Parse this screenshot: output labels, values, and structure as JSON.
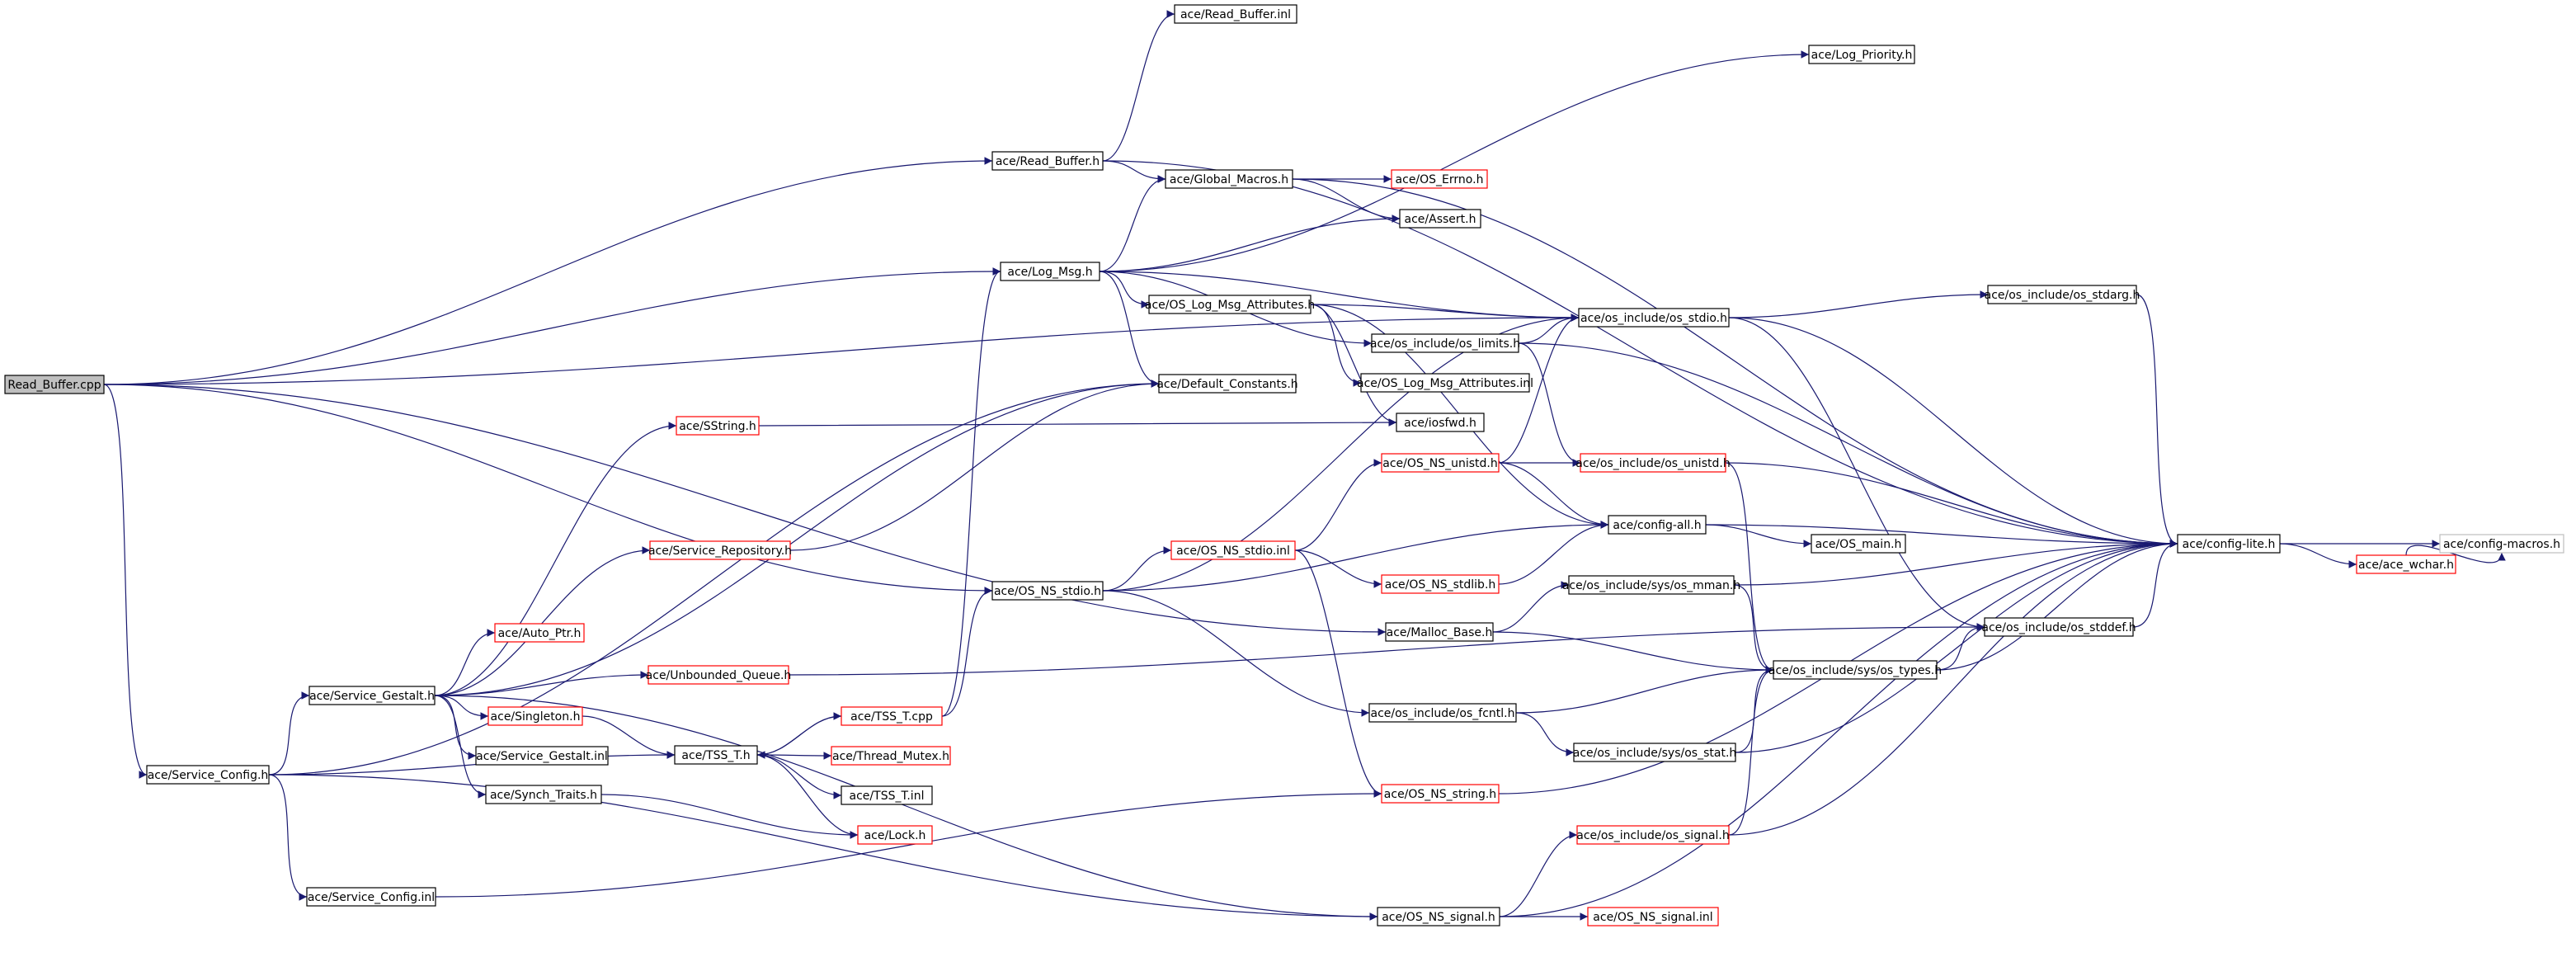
{
  "graph": {
    "title": "",
    "colors": {
      "edge": "#191970",
      "node_border_normal": "#000000",
      "node_border_truncated": "#ff0000",
      "node_border_leaf": "#bfbfbf",
      "root_fill": "#bfbfbf",
      "node_fill": "#ffffff",
      "text": "#000000"
    },
    "nodes": [
      {
        "id": "root",
        "label": "Read_Buffer.cpp",
        "kind": "root"
      },
      {
        "id": "read_buffer_inl",
        "label": "ace/Read_Buffer.inl",
        "kind": "normal"
      },
      {
        "id": "log_priority_h",
        "label": "ace/Log_Priority.h",
        "kind": "normal"
      },
      {
        "id": "read_buffer_h",
        "label": "ace/Read_Buffer.h",
        "kind": "normal"
      },
      {
        "id": "global_macros_h",
        "label": "ace/Global_Macros.h",
        "kind": "normal"
      },
      {
        "id": "os_errno_h",
        "label": "ace/OS_Errno.h",
        "kind": "truncated"
      },
      {
        "id": "assert_h",
        "label": "ace/Assert.h",
        "kind": "normal"
      },
      {
        "id": "log_msg_h",
        "label": "ace/Log_Msg.h",
        "kind": "normal"
      },
      {
        "id": "os_log_msg_attr_h",
        "label": "ace/OS_Log_Msg_Attributes.h",
        "kind": "normal"
      },
      {
        "id": "os_stdio_h",
        "label": "ace/os_include/os_stdio.h",
        "kind": "normal"
      },
      {
        "id": "os_stdarg_h",
        "label": "ace/os_include/os_stdarg.h",
        "kind": "normal"
      },
      {
        "id": "os_limits_h",
        "label": "ace/os_include/os_limits.h",
        "kind": "normal"
      },
      {
        "id": "os_log_msg_attr_inl",
        "label": "ace/OS_Log_Msg_Attributes.inl",
        "kind": "normal"
      },
      {
        "id": "default_constants_h",
        "label": "ace/Default_Constants.h",
        "kind": "normal"
      },
      {
        "id": "sstring_h",
        "label": "ace/SString.h",
        "kind": "truncated"
      },
      {
        "id": "iosfwd_h",
        "label": "ace/iosfwd.h",
        "kind": "normal"
      },
      {
        "id": "os_ns_unistd_h",
        "label": "ace/OS_NS_unistd.h",
        "kind": "truncated"
      },
      {
        "id": "os_unistd_h",
        "label": "ace/os_include/os_unistd.h",
        "kind": "truncated"
      },
      {
        "id": "service_repository_h",
        "label": "ace/Service_Repository.h",
        "kind": "truncated"
      },
      {
        "id": "os_ns_stdio_inl",
        "label": "ace/OS_NS_stdio.inl",
        "kind": "truncated"
      },
      {
        "id": "config_all_h",
        "label": "ace/config-all.h",
        "kind": "normal"
      },
      {
        "id": "os_main_h",
        "label": "ace/OS_main.h",
        "kind": "normal"
      },
      {
        "id": "config_lite_h",
        "label": "ace/config-lite.h",
        "kind": "normal"
      },
      {
        "id": "config_macros_h",
        "label": "ace/config-macros.h",
        "kind": "leaf"
      },
      {
        "id": "ace_wchar_h",
        "label": "ace/ace_wchar.h",
        "kind": "truncated"
      },
      {
        "id": "os_ns_stdlib_h",
        "label": "ace/OS_NS_stdlib.h",
        "kind": "truncated"
      },
      {
        "id": "os_ns_stdio_h",
        "label": "ace/OS_NS_stdio.h",
        "kind": "normal"
      },
      {
        "id": "os_mman_h",
        "label": "ace/os_include/sys/os_mman.h",
        "kind": "normal"
      },
      {
        "id": "auto_ptr_h",
        "label": "ace/Auto_Ptr.h",
        "kind": "truncated"
      },
      {
        "id": "malloc_base_h",
        "label": "ace/Malloc_Base.h",
        "kind": "normal"
      },
      {
        "id": "os_stddef_h",
        "label": "ace/os_include/os_stddef.h",
        "kind": "normal"
      },
      {
        "id": "service_gestalt_h",
        "label": "ace/Service_Gestalt.h",
        "kind": "normal"
      },
      {
        "id": "unbounded_queue_h",
        "label": "ace/Unbounded_Queue.h",
        "kind": "truncated"
      },
      {
        "id": "os_types_h",
        "label": "ace/os_include/sys/os_types.h",
        "kind": "normal"
      },
      {
        "id": "singleton_h",
        "label": "ace/Singleton.h",
        "kind": "truncated"
      },
      {
        "id": "tss_t_cpp",
        "label": "ace/TSS_T.cpp",
        "kind": "truncated"
      },
      {
        "id": "os_fcntl_h",
        "label": "ace/os_include/os_fcntl.h",
        "kind": "normal"
      },
      {
        "id": "service_gestalt_inl",
        "label": "ace/Service_Gestalt.inl",
        "kind": "normal"
      },
      {
        "id": "tss_t_h",
        "label": "ace/TSS_T.h",
        "kind": "normal"
      },
      {
        "id": "thread_mutex_h",
        "label": "ace/Thread_Mutex.h",
        "kind": "truncated"
      },
      {
        "id": "os_stat_h",
        "label": "ace/os_include/sys/os_stat.h",
        "kind": "normal"
      },
      {
        "id": "service_config_h",
        "label": "ace/Service_Config.h",
        "kind": "normal"
      },
      {
        "id": "tss_t_inl",
        "label": "ace/TSS_T.inl",
        "kind": "normal"
      },
      {
        "id": "synch_traits_h",
        "label": "ace/Synch_Traits.h",
        "kind": "normal"
      },
      {
        "id": "os_ns_string_h",
        "label": "ace/OS_NS_string.h",
        "kind": "truncated"
      },
      {
        "id": "lock_h",
        "label": "ace/Lock.h",
        "kind": "truncated"
      },
      {
        "id": "os_signal_h",
        "label": "ace/os_include/os_signal.h",
        "kind": "truncated"
      },
      {
        "id": "service_config_inl",
        "label": "ace/Service_Config.inl",
        "kind": "normal"
      },
      {
        "id": "os_ns_signal_h",
        "label": "ace/OS_NS_signal.h",
        "kind": "normal"
      },
      {
        "id": "os_ns_signal_inl",
        "label": "ace/OS_NS_signal.inl",
        "kind": "truncated"
      }
    ],
    "edges": [
      [
        "root",
        "read_buffer_h"
      ],
      [
        "root",
        "log_msg_h"
      ],
      [
        "root",
        "os_stdio_h"
      ],
      [
        "root",
        "os_ns_stdio_h"
      ],
      [
        "root",
        "malloc_base_h"
      ],
      [
        "root",
        "service_config_h"
      ],
      [
        "read_buffer_h",
        "read_buffer_inl"
      ],
      [
        "read_buffer_h",
        "global_macros_h"
      ],
      [
        "read_buffer_h",
        "config_lite_h"
      ],
      [
        "global_macros_h",
        "os_errno_h"
      ],
      [
        "global_macros_h",
        "assert_h"
      ],
      [
        "global_macros_h",
        "config_lite_h"
      ],
      [
        "log_msg_h",
        "global_macros_h"
      ],
      [
        "log_msg_h",
        "log_priority_h"
      ],
      [
        "log_msg_h",
        "assert_h"
      ],
      [
        "log_msg_h",
        "os_log_msg_attr_h"
      ],
      [
        "log_msg_h",
        "os_stdio_h"
      ],
      [
        "log_msg_h",
        "default_constants_h"
      ],
      [
        "log_msg_h",
        "os_limits_h"
      ],
      [
        "os_log_msg_attr_h",
        "os_stdio_h"
      ],
      [
        "os_log_msg_attr_h",
        "os_log_msg_attr_inl"
      ],
      [
        "os_log_msg_attr_h",
        "iosfwd_h"
      ],
      [
        "os_log_msg_attr_h",
        "config_all_h"
      ],
      [
        "os_stdio_h",
        "os_stdarg_h"
      ],
      [
        "os_stdio_h",
        "config_lite_h"
      ],
      [
        "os_stdio_h",
        "os_stddef_h"
      ],
      [
        "os_stdarg_h",
        "config_lite_h"
      ],
      [
        "os_limits_h",
        "os_stdio_h"
      ],
      [
        "os_limits_h",
        "os_unistd_h"
      ],
      [
        "os_limits_h",
        "config_lite_h"
      ],
      [
        "sstring_h",
        "iosfwd_h"
      ],
      [
        "os_ns_unistd_h",
        "os_unistd_h"
      ],
      [
        "os_ns_unistd_h",
        "config_all_h"
      ],
      [
        "os_ns_unistd_h",
        "os_stdio_h"
      ],
      [
        "os_unistd_h",
        "config_lite_h"
      ],
      [
        "os_unistd_h",
        "os_types_h"
      ],
      [
        "config_all_h",
        "os_main_h"
      ],
      [
        "config_all_h",
        "config_lite_h"
      ],
      [
        "config_lite_h",
        "ace_wchar_h"
      ],
      [
        "config_lite_h",
        "config_macros_h"
      ],
      [
        "ace_wchar_h",
        "config_macros_h"
      ],
      [
        "os_ns_stdio_h",
        "os_ns_stdio_inl"
      ],
      [
        "os_ns_stdio_h",
        "config_all_h"
      ],
      [
        "os_ns_stdio_h",
        "os_fcntl_h"
      ],
      [
        "os_ns_stdio_h",
        "os_stdio_h"
      ],
      [
        "os_ns_stdio_inl",
        "os_ns_unistd_h"
      ],
      [
        "os_ns_stdio_inl",
        "os_ns_stdlib_h"
      ],
      [
        "os_ns_stdio_inl",
        "os_ns_string_h"
      ],
      [
        "os_ns_stdlib_h",
        "config_all_h"
      ],
      [
        "malloc_base_h",
        "os_mman_h"
      ],
      [
        "malloc_base_h",
        "os_types_h"
      ],
      [
        "os_mman_h",
        "config_lite_h"
      ],
      [
        "os_mman_h",
        "os_types_h"
      ],
      [
        "os_types_h",
        "os_stddef_h"
      ],
      [
        "os_types_h",
        "config_lite_h"
      ],
      [
        "os_stddef_h",
        "config_lite_h"
      ],
      [
        "os_fcntl_h",
        "os_types_h"
      ],
      [
        "os_fcntl_h",
        "os_stat_h"
      ],
      [
        "os_stat_h",
        "os_types_h"
      ],
      [
        "os_stat_h",
        "config_lite_h"
      ],
      [
        "service_config_h",
        "service_gestalt_h"
      ],
      [
        "service_config_h",
        "default_constants_h"
      ],
      [
        "service_config_h",
        "tss_t_h"
      ],
      [
        "service_config_h",
        "service_config_inl"
      ],
      [
        "service_config_h",
        "os_ns_signal_h"
      ],
      [
        "service_gestalt_h",
        "default_constants_h"
      ],
      [
        "service_gestalt_h",
        "sstring_h"
      ],
      [
        "service_gestalt_h",
        "service_repository_h"
      ],
      [
        "service_gestalt_h",
        "auto_ptr_h"
      ],
      [
        "service_gestalt_h",
        "unbounded_queue_h"
      ],
      [
        "service_gestalt_h",
        "singleton_h"
      ],
      [
        "service_gestalt_h",
        "service_gestalt_inl"
      ],
      [
        "service_gestalt_h",
        "synch_traits_h"
      ],
      [
        "service_gestalt_h",
        "os_ns_signal_h"
      ],
      [
        "service_repository_h",
        "default_constants_h"
      ],
      [
        "unbounded_queue_h",
        "os_stddef_h"
      ],
      [
        "singleton_h",
        "tss_t_h"
      ],
      [
        "tss_t_h",
        "tss_t_cpp"
      ],
      [
        "tss_t_h",
        "thread_mutex_h"
      ],
      [
        "tss_t_h",
        "tss_t_inl"
      ],
      [
        "tss_t_h",
        "lock_h"
      ],
      [
        "tss_t_cpp",
        "tss_t_h"
      ],
      [
        "tss_t_cpp",
        "log_msg_h"
      ],
      [
        "tss_t_cpp",
        "os_ns_stdio_h"
      ],
      [
        "synch_traits_h",
        "lock_h"
      ],
      [
        "os_ns_string_h",
        "config_lite_h"
      ],
      [
        "service_config_inl",
        "os_ns_string_h"
      ],
      [
        "os_ns_signal_h",
        "os_signal_h"
      ],
      [
        "os_ns_signal_h",
        "os_ns_signal_inl"
      ],
      [
        "os_ns_signal_h",
        "config_lite_h"
      ],
      [
        "os_signal_h",
        "os_types_h"
      ],
      [
        "os_signal_h",
        "config_lite_h"
      ]
    ]
  }
}
